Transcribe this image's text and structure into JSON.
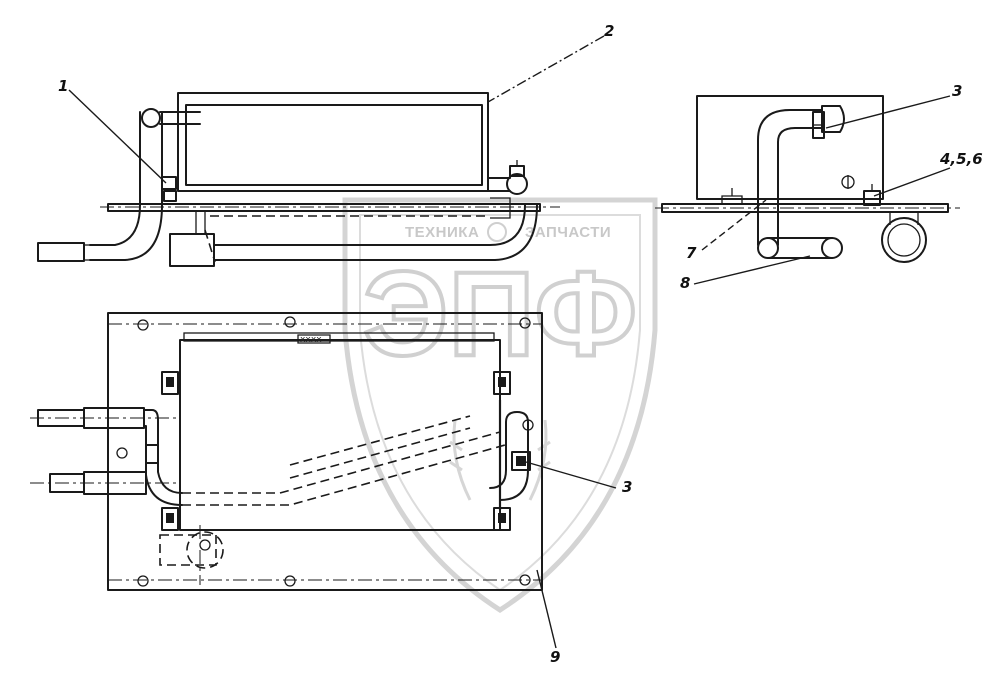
{
  "watermark": {
    "brand_left": "ТЕХНИКА",
    "brand_right": "ЗАПЧАСТИ",
    "logo": "ЭПФ"
  },
  "callouts": {
    "c1": "1",
    "c2": "2",
    "c3_side": "3",
    "c456": "4,5,6",
    "c7": "7",
    "c8": "8",
    "c3_plan": "3",
    "c9": "9"
  },
  "colors": {
    "line": "#1a1a1a",
    "watermark": "#c8c8c8",
    "background": "#ffffff"
  }
}
